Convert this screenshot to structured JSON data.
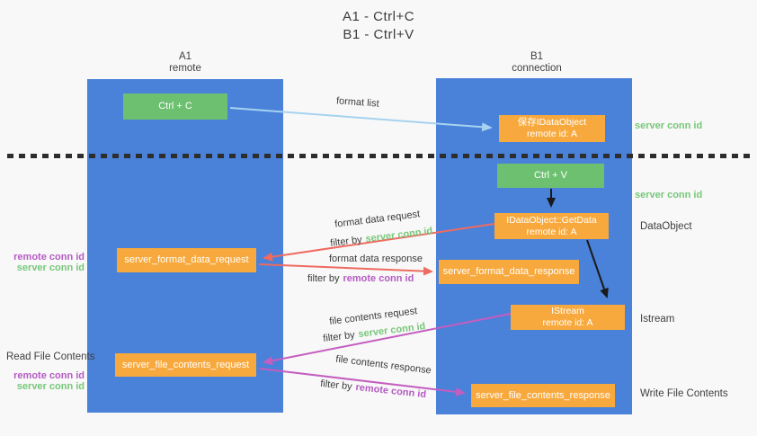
{
  "title": {
    "line1": "A1 - Ctrl+C",
    "line2": "B1 - Ctrl+V"
  },
  "lanes": {
    "left": {
      "name": "A1",
      "subtitle": "remote"
    },
    "right": {
      "name": "B1",
      "subtitle": "connection"
    }
  },
  "nodes": {
    "ctrl_c": {
      "label": "Ctrl + C"
    },
    "ctrl_v": {
      "label": "Ctrl + V"
    },
    "save_idataobject": {
      "line1": "保存IDataObject",
      "line2": "remote id: A"
    },
    "getdata": {
      "line1": "IDataObject::GetData",
      "line2": "remote id: A"
    },
    "istream": {
      "line1": "IStream",
      "line2": "remote id: A"
    },
    "format_data_request": {
      "label": "server_format_data_request"
    },
    "format_data_response": {
      "label": "server_format_data_response"
    },
    "file_contents_request": {
      "label": "server_file_contents_request"
    },
    "file_contents_response": {
      "label": "server_file_contents_response"
    }
  },
  "flow_labels": {
    "format_list": "format list",
    "format_data_request": "format data request",
    "format_data_response": "format data response",
    "file_contents_request": "file contents request",
    "file_contents_response": "file contents response",
    "filter_by": "filter by",
    "server_conn_id": "server conn id",
    "remote_conn_id": "remote conn id"
  },
  "side_labels": {
    "left": {
      "remote_conn_id": "remote conn id",
      "server_conn_id": "server conn id",
      "read_file_contents": "Read File Contents"
    },
    "right": {
      "server_conn_id": "server conn id",
      "data_object": "DataObject",
      "istream": "Istream",
      "write_file_contents": "Write File Contents"
    }
  },
  "colors": {
    "background": "#f8f8f8",
    "lane_blue": "#4a81d9",
    "box_orange": "#f8a93d",
    "box_green": "#6ec071",
    "arrow_light_blue": "#a5d3ef",
    "arrow_red": "#ee6b60",
    "arrow_magenta": "#c45ec0",
    "arrow_black": "#1a1a1a",
    "text_green": "#77c77a",
    "text_purple": "#b55bc3",
    "text_dark": "#3f3f3f"
  }
}
